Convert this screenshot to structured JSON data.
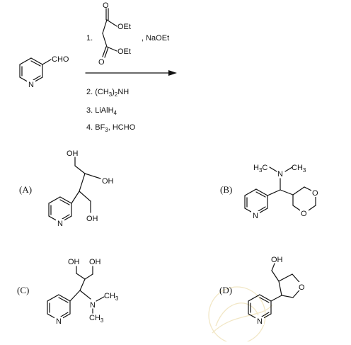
{
  "colors": {
    "ink": "#111111",
    "watermark": "#f2e7c6",
    "background": "#ffffff"
  },
  "reactant": {
    "group_label": "CHO",
    "ring_atom": "N"
  },
  "reagents": {
    "step1_number": "1.",
    "ester_label_top": "OEt",
    "ester_label_bottom": "OEt",
    "oxygen_label": "O",
    "base": ", NaOEt",
    "step2": "2. (CH3)2NH",
    "step3": "3. LiAlH4",
    "step4": "4. BF3, HCHO"
  },
  "options": [
    {
      "letter": "(A)",
      "labels": {
        "oh_top": "OH",
        "oh_right": "OH",
        "oh_bottom": "OH",
        "n": "N"
      }
    },
    {
      "letter": "(B)",
      "labels": {
        "h3c": "H3C",
        "n_amine": "N",
        "ch3": "CH3",
        "o_top": "O",
        "o_bottom": "O",
        "n": "N"
      }
    },
    {
      "letter": "(C)",
      "labels": {
        "oh_left": "OH",
        "oh_right": "OH",
        "n_amine": "N",
        "ch3_top": "CH3",
        "ch3_bottom": "CH3",
        "n": "N"
      }
    },
    {
      "letter": "(D)",
      "labels": {
        "oh": "OH",
        "o_ring": "O",
        "n": "N"
      }
    }
  ]
}
